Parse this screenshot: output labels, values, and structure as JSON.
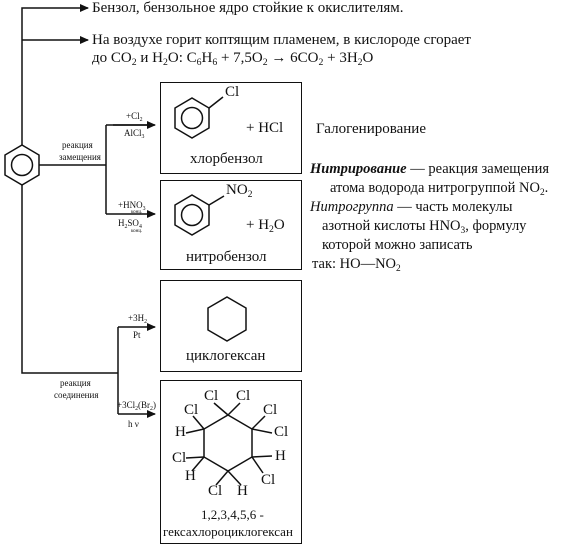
{
  "top_lines": {
    "line1": "Бензол, бензольное ядро стойкие к окислителям.",
    "line2": "На воздухе горит коптящим пламенем, в кислороде сгорает",
    "line3_prefix": "до CO",
    "line3_mid": " и H",
    "line3_mid2": "O: C",
    "line3_mid3": "H",
    "line3_mid4": " + 7,5O",
    "line3_mid5": " → 6CO",
    "line3_mid6": " + 3H",
    "line3_end": "O",
    "sub2": "2",
    "sub6": "6"
  },
  "branches": {
    "substitution_label_1": "реакция",
    "substitution_label_2": "замещения",
    "addition_label_1": "реакция",
    "addition_label_2": "соединения"
  },
  "reactions": {
    "chlorination": {
      "reagent_top": "+Cl",
      "reagent_top_sub": "2",
      "reagent_bottom": "AlCl",
      "reagent_bottom_sub": "3",
      "substituent": "Cl",
      "byproduct": "+ HCl",
      "product_name": "хлорбензол",
      "type_label": "Галогенирование"
    },
    "nitration": {
      "reagent_top": "+HNO",
      "reagent_top_sub": "3",
      "reagent_top_note": "конц.",
      "reagent_bottom": "H",
      "reagent_bottom_sub": "2",
      "reagent_bottom_mid": "SO",
      "reagent_bottom_sub2": "4",
      "reagent_bottom_note": "конц.",
      "substituent": "NO",
      "substituent_sub": "2",
      "byproduct": "+ H",
      "byproduct_sub": "2",
      "byproduct_end": "O",
      "product_name": "нитробензол"
    },
    "hydrogenation": {
      "reagent_top": "+3H",
      "reagent_top_sub": "2",
      "reagent_bottom": "Pt",
      "product_name": "циклогексан"
    },
    "halogen_addition": {
      "reagent_top": "+3Cl",
      "reagent_top_sub": "2",
      "reagent_top_end": "(Br",
      "reagent_top_sub2": "2",
      "reagent_top_close": ")",
      "reagent_bottom": "h ν",
      "atom_cl": "Cl",
      "atom_h": "H",
      "product_name_1": "1,2,3,4,5,6 -",
      "product_name_2": "гексахлороциклогексан"
    }
  },
  "nitration_note": {
    "term": "Нитрирование",
    "line1_rest": " — реакция замещения",
    "line2": "атома водорода нитрогруппой NO",
    "line2_sub": "2",
    "line2_end": ".",
    "term2": "Нитрогруппа",
    "line3_rest": " — часть молекулы",
    "line4": "азотной кислоты HNO",
    "line4_sub": "3",
    "line4_end": ", формулу",
    "line5": "которой можно записать",
    "line6": "так: HO—NO",
    "line6_sub": "2"
  }
}
